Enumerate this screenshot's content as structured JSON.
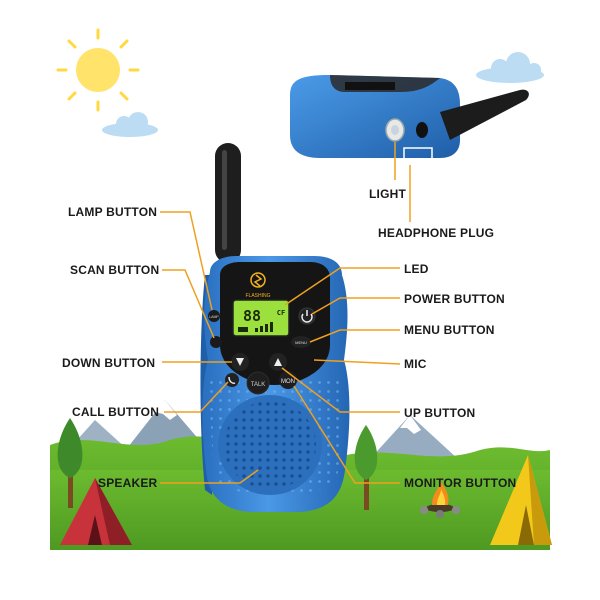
{
  "brand": {
    "name": "FLASHING"
  },
  "display": {
    "digits": "88",
    "indicator": "CF"
  },
  "buttons": {
    "talk": "TALK",
    "monitor": "MON",
    "menu": "MENU",
    "lamp": "LAMP"
  },
  "labels": {
    "light": "LIGHT",
    "headphone_plug": "HEADPHONE PLUG",
    "lamp_button": "LAMP BUTTON",
    "scan_button": "SCAN BUTTON",
    "led": "LED",
    "power_button": "POWER BUTTON",
    "menu_button": "MENU BUTTON",
    "down_button": "DOWN BUTTON",
    "mic": "MIC",
    "call_button": "CALL BUTTON",
    "up_button": "UP BUTTON",
    "speaker": "SPEAKER",
    "monitor_button": "MONITOR BUTTON"
  },
  "colors": {
    "body_blue": "#3a86d8",
    "dark_blue": "#1e5ea8",
    "leader": "#f0a020",
    "lcd": "#9be03c",
    "grass": "#5aaa2a",
    "sky_cloud": "#b8dcf5"
  }
}
